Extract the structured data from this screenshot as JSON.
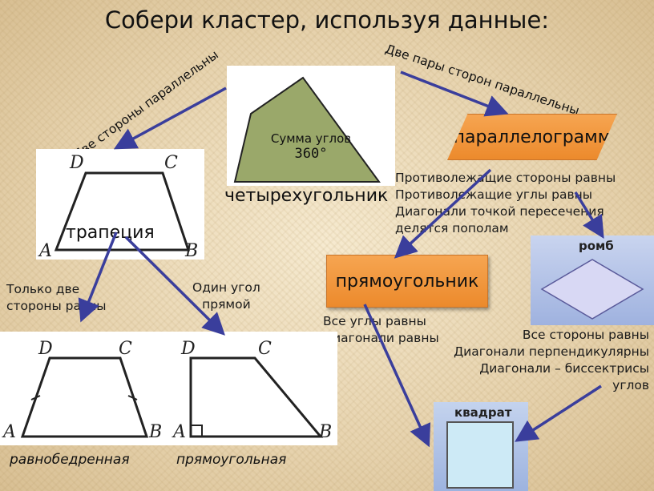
{
  "title": "Собери кластер, используя данные:",
  "quad": {
    "label": "четырехугольник",
    "inner1": "Сумма углов",
    "inner2": "360°"
  },
  "edges": {
    "to_trap": "Две стороны параллельны",
    "to_par": "Две пары сторон параллельны",
    "to_isos": "Только две\nстороны равны",
    "to_right": "Один угол\nпрямой"
  },
  "trap": {
    "label": "трапеция",
    "v": [
      "D",
      "C",
      "A",
      "B"
    ]
  },
  "par": {
    "label": "параллелограмм",
    "props": [
      "Противолежащие стороны равны",
      "Противолежащие углы равны",
      "Диагонали точкой пересечения",
      "делятся пополам"
    ]
  },
  "rect": {
    "label": "прямоугольник",
    "props": [
      "Все углы равны",
      "Диагонали равны"
    ]
  },
  "rhomb": {
    "label": "ромб",
    "props": [
      "Все стороны равны",
      "Диагонали перпендикулярны",
      "Диагонали – биссектрисы",
      "углов"
    ]
  },
  "square": {
    "label": "квадрат"
  },
  "isos": {
    "label": "равнобедренная",
    "v": [
      "D",
      "C",
      "A",
      "B"
    ]
  },
  "right": {
    "label": "прямоугольная",
    "v": [
      "D",
      "C",
      "A",
      "B"
    ]
  },
  "colors": {
    "arrow": "#3a3e9c",
    "orange": "#ef8f32",
    "quad_fill": "#9aa86a",
    "rhomb_fill": "#d8d8f4"
  }
}
